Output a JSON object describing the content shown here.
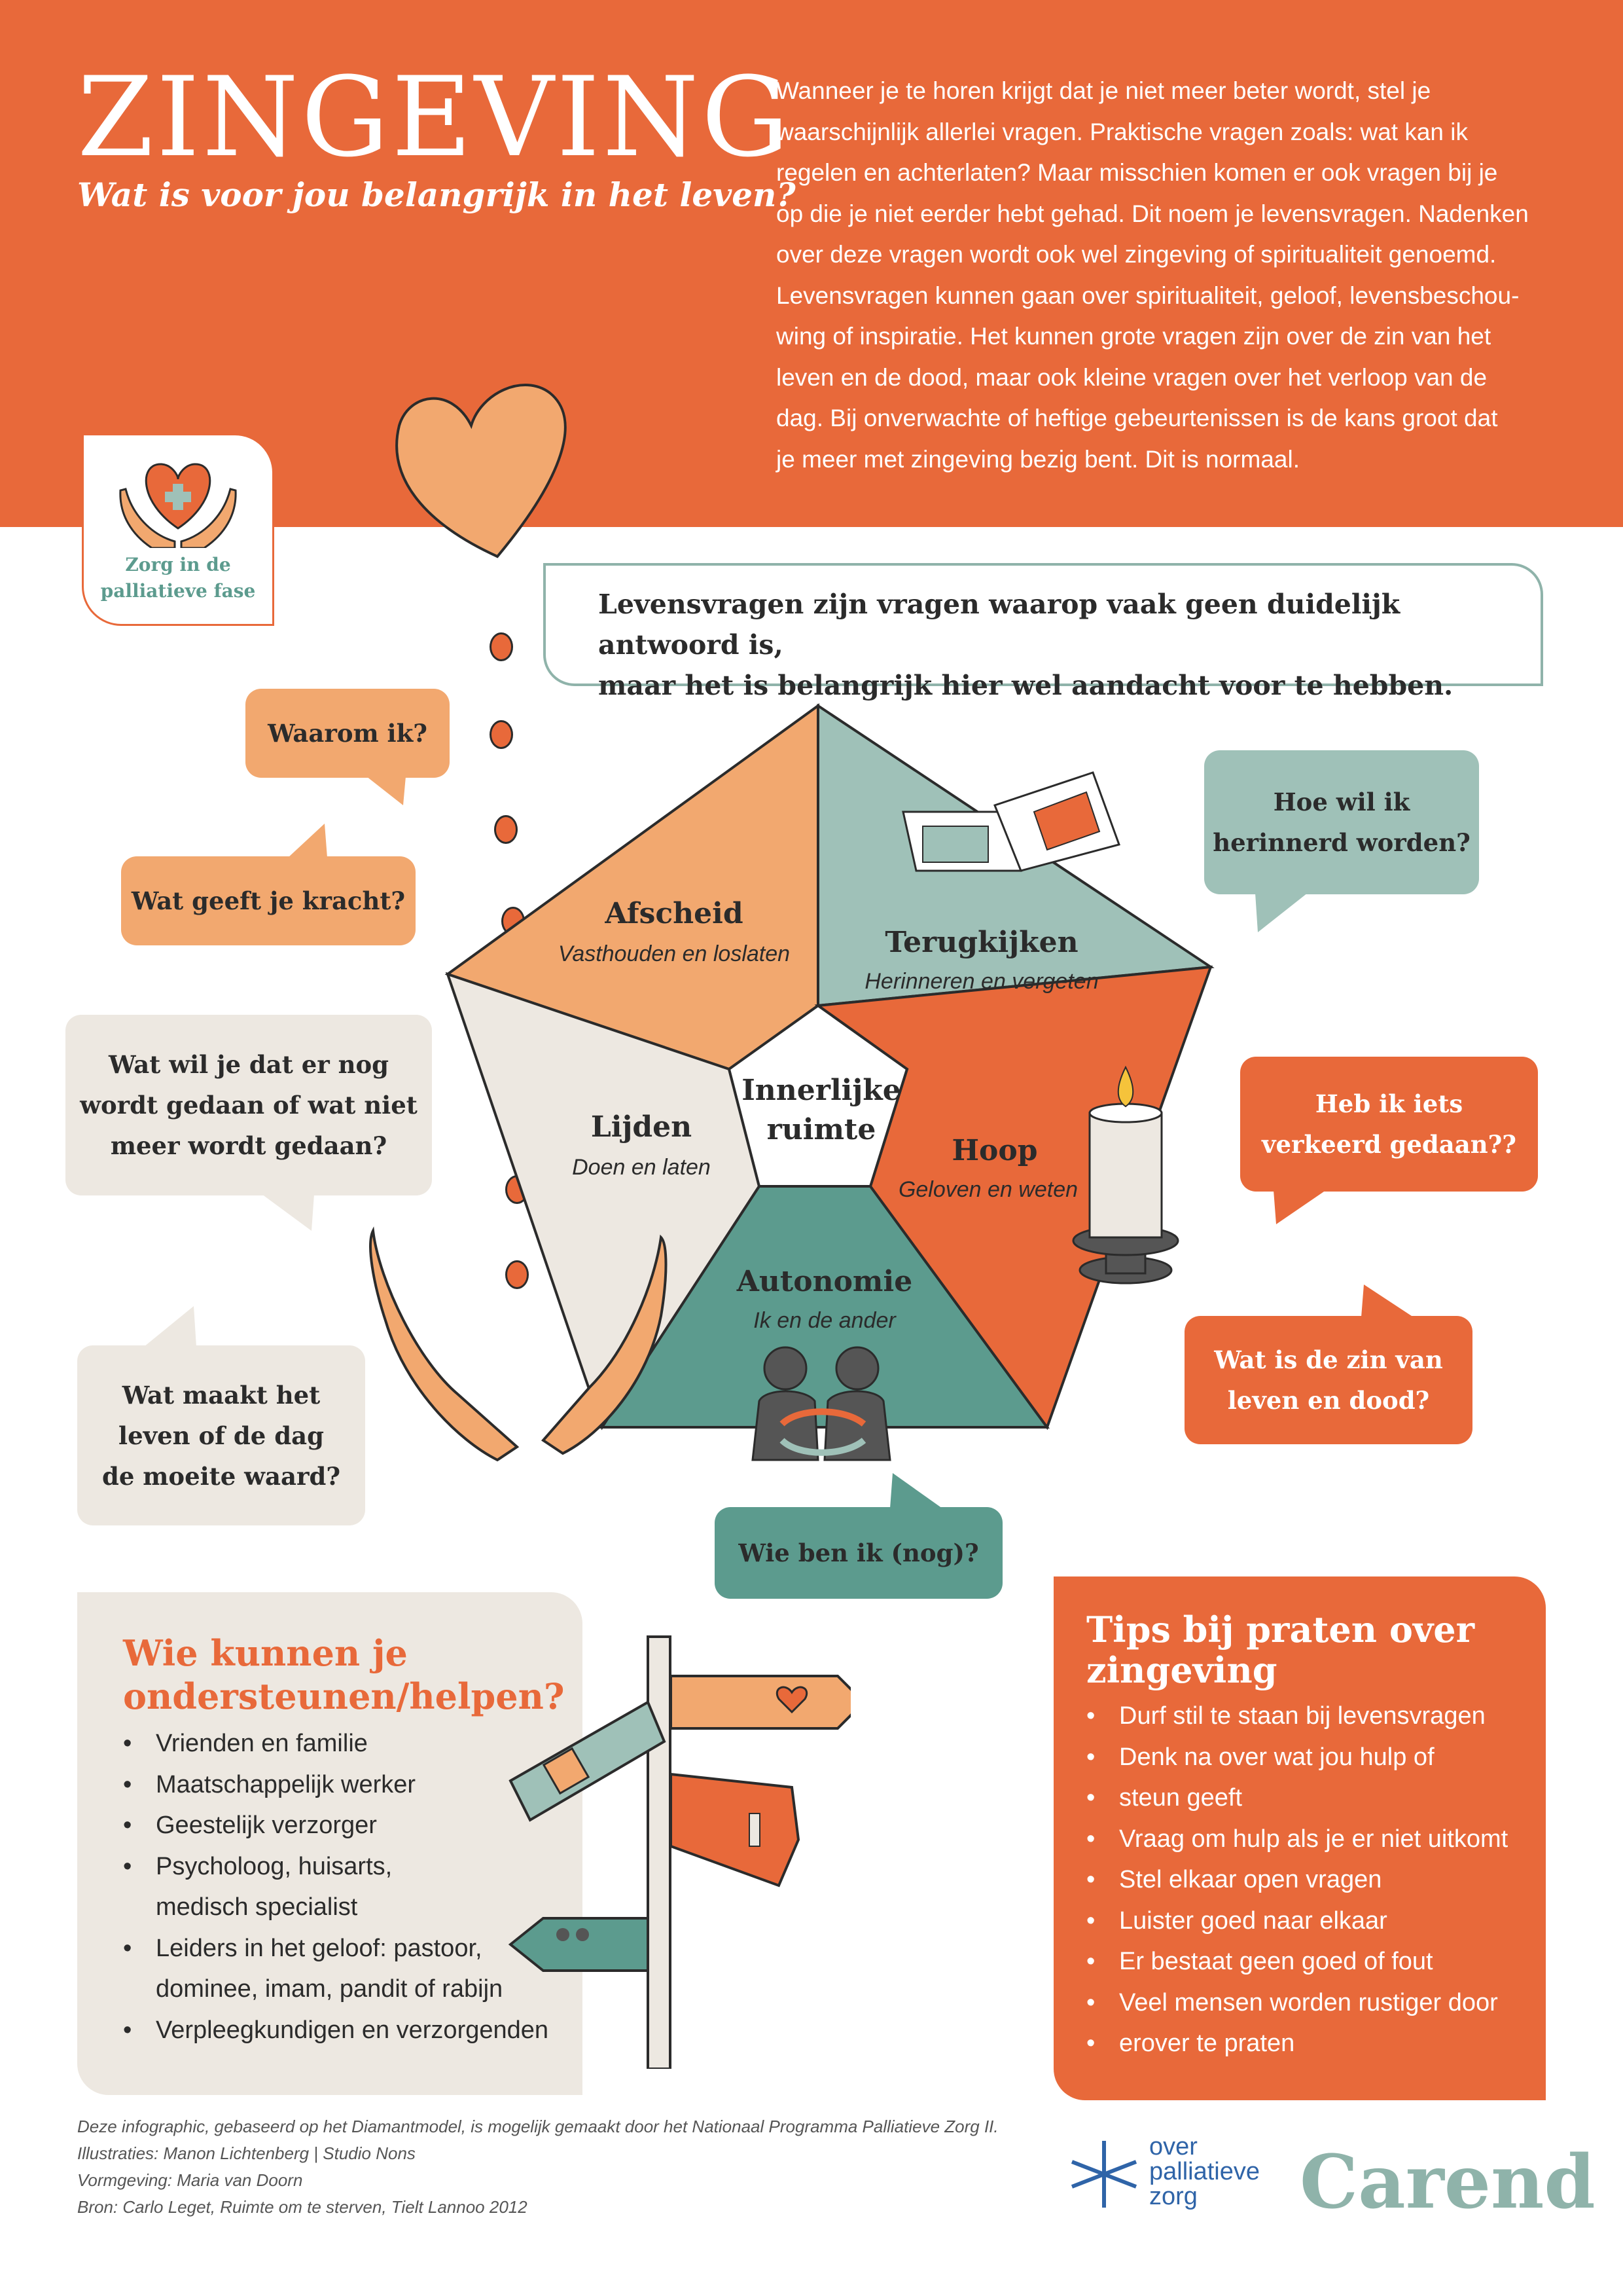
{
  "header": {
    "title": "ZINGEVING",
    "subtitle": "Wat is voor jou belangrijk in het leven?",
    "intro_lines": [
      "Wanneer je te horen krijgt dat je niet meer beter wordt, stel je",
      "waarschijnlijk allerlei vragen. Praktische vragen zoals: wat kan ik",
      "regelen en achterlaten? Maar misschien komen er ook vragen bij je",
      "op die je niet eerder hebt gehad. Dit noem je levensvragen. Nadenken",
      "over deze vragen wordt ook wel zingeving of spiritualiteit genoemd.",
      "Levensvragen kunnen gaan over spiritualiteit, geloof, levensbeschou-",
      "wing of inspiratie. Het kunnen grote vragen zijn over de zin van het",
      "leven en de dood, maar ook kleine vragen over het verloop van de",
      "dag. Bij onverwachte of heftige gebeurtenissen is de kans groot dat",
      "je meer met zingeving bezig bent. Dit is normaal."
    ]
  },
  "logo": {
    "line1": "Zorg in de",
    "line2": "palliatieve fase"
  },
  "callout": {
    "line1": "Levensvragen zijn vragen waarop vaak geen duidelijk antwoord is,",
    "line2": "maar het is belangrijk hier wel aandacht voor te hebben."
  },
  "questions": {
    "waarom": "Waarom ik?",
    "kracht": "Wat geeft je kracht?",
    "gedaan": [
      "Wat wil je dat er nog",
      "wordt gedaan of wat niet",
      "meer wordt gedaan?"
    ],
    "moeite": [
      "Wat maakt het",
      "leven of de dag",
      "de moeite waard?"
    ],
    "herinnerd": [
      "Hoe wil ik",
      "herinnerd worden?"
    ],
    "verkeerd": [
      "Heb ik iets",
      "verkeerd gedaan??"
    ],
    "zin": [
      "Wat is de zin van",
      "leven en dood?"
    ],
    "wie": "Wie ben ik (nog)?"
  },
  "diamond": {
    "center": [
      "Innerlijke",
      "ruimte"
    ],
    "afscheid": {
      "title": "Afscheid",
      "sub": "Vasthouden en loslaten"
    },
    "terugkijken": {
      "title": "Terugkijken",
      "sub": "Herinneren en vergeten"
    },
    "hoop": {
      "title": "Hoop",
      "sub": "Geloven en weten"
    },
    "autonomie": {
      "title": "Autonomie",
      "sub": "Ik en de ander"
    },
    "lijden": {
      "title": "Lijden",
      "sub": "Doen en laten"
    }
  },
  "help": {
    "title": [
      "Wie kunnen je",
      "ondersteunen/helpen?"
    ],
    "items": [
      "Vrienden en familie",
      "Maatschappelijk werker",
      "Geestelijk verzorger",
      "Psycholoog, huisarts,",
      "medisch specialist",
      "Leiders in het geloof: pastoor,",
      "dominee, imam, pandit of rabijn",
      "Verpleegkundigen en verzorgenden"
    ]
  },
  "tips": {
    "title": [
      "Tips bij praten over",
      "zingeving"
    ],
    "items": [
      "Durf stil te staan bij levensvragen",
      "Denk na over wat jou hulp of",
      "steun geeft",
      "Vraag om hulp als je er niet uitkomt",
      "Stel elkaar open vragen",
      "Luister goed naar elkaar",
      "Er bestaat geen goed of fout",
      "Veel mensen worden rustiger door",
      "erover te praten"
    ]
  },
  "credits": [
    "Deze infographic, gebaseerd op het Diamantmodel, is mogelijk gemaakt door het Nationaal Programma Palliatieve Zorg II.",
    "Illustraties: Manon Lichtenberg | Studio Nons",
    "Vormgeving: Maria van Doorn",
    "Bron: Carlo Leget, Ruimte om te sterven, Tielt Lannoo 2012"
  ],
  "brands": {
    "opz": [
      "over",
      "palliatieve",
      "zorg"
    ],
    "carend": "Carend"
  },
  "colors": {
    "orange": "#e8693a",
    "peach": "#f2a86f",
    "teal": "#9fc1b8",
    "teal_dark": "#5c9b8e",
    "sand": "#ede8e1"
  }
}
